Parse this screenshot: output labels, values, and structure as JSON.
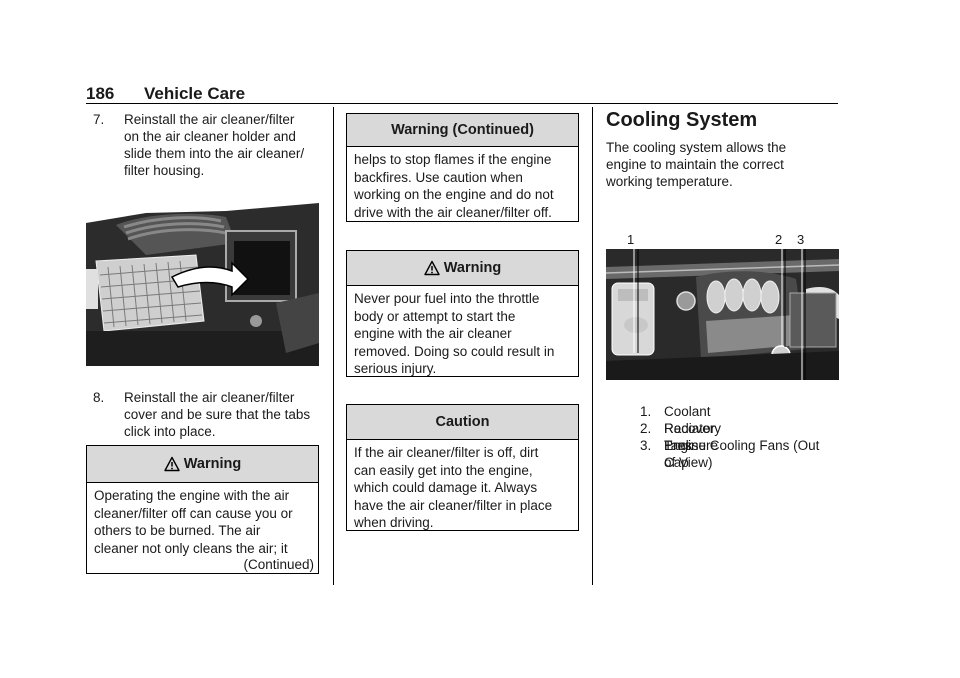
{
  "header": {
    "page_number": "186",
    "section": "Vehicle Care"
  },
  "left": {
    "step7": {
      "num": "7.",
      "lines": [
        "Reinstall the air cleaner/filter",
        "on the air cleaner holder and",
        "slide them into the air cleaner/",
        "filter housing."
      ]
    },
    "step8": {
      "num": "8.",
      "lines": [
        "Reinstall the air cleaner/filter",
        "cover and be sure that the tabs",
        "click into place."
      ]
    },
    "warning1": {
      "title": "Warning",
      "lines": [
        "Operating the engine with the air",
        "cleaner/filter off can cause you or",
        "others to be burned. The air",
        "cleaner not only cleans the air; it"
      ],
      "continued": "(Continued)"
    }
  },
  "middle": {
    "warning_cont": {
      "title": "Warning  (Continued)",
      "lines": [
        "helps to stop flames if the engine",
        "backfires. Use caution when",
        "working on the engine and do not",
        "drive with the air cleaner/filter off."
      ]
    },
    "warning2": {
      "title": "Warning",
      "lines": [
        "Never pour fuel into the throttle",
        "body or attempt to start the",
        "engine with the air cleaner",
        "removed. Doing so could result in",
        "serious injury."
      ]
    },
    "caution": {
      "title": "Caution",
      "lines": [
        "If the air cleaner/filter is off, dirt",
        "can easily get into the engine,",
        "which could damage it. Always",
        "have the air cleaner/filter in place",
        "when driving."
      ]
    }
  },
  "right": {
    "title": "Cooling System",
    "intro": [
      "The cooling system allows the",
      "engine to maintain the correct",
      "working temperature."
    ],
    "callouts": [
      "1",
      "2",
      "3"
    ],
    "legend": [
      {
        "num": "1.",
        "lines": [
          "Coolant Recovery Tank"
        ]
      },
      {
        "num": "2.",
        "lines": [
          "Radiator Pressure Cap"
        ]
      },
      {
        "num": "3.",
        "lines": [
          "Engine Cooling Fans (Out",
          "of View)"
        ]
      }
    ]
  }
}
